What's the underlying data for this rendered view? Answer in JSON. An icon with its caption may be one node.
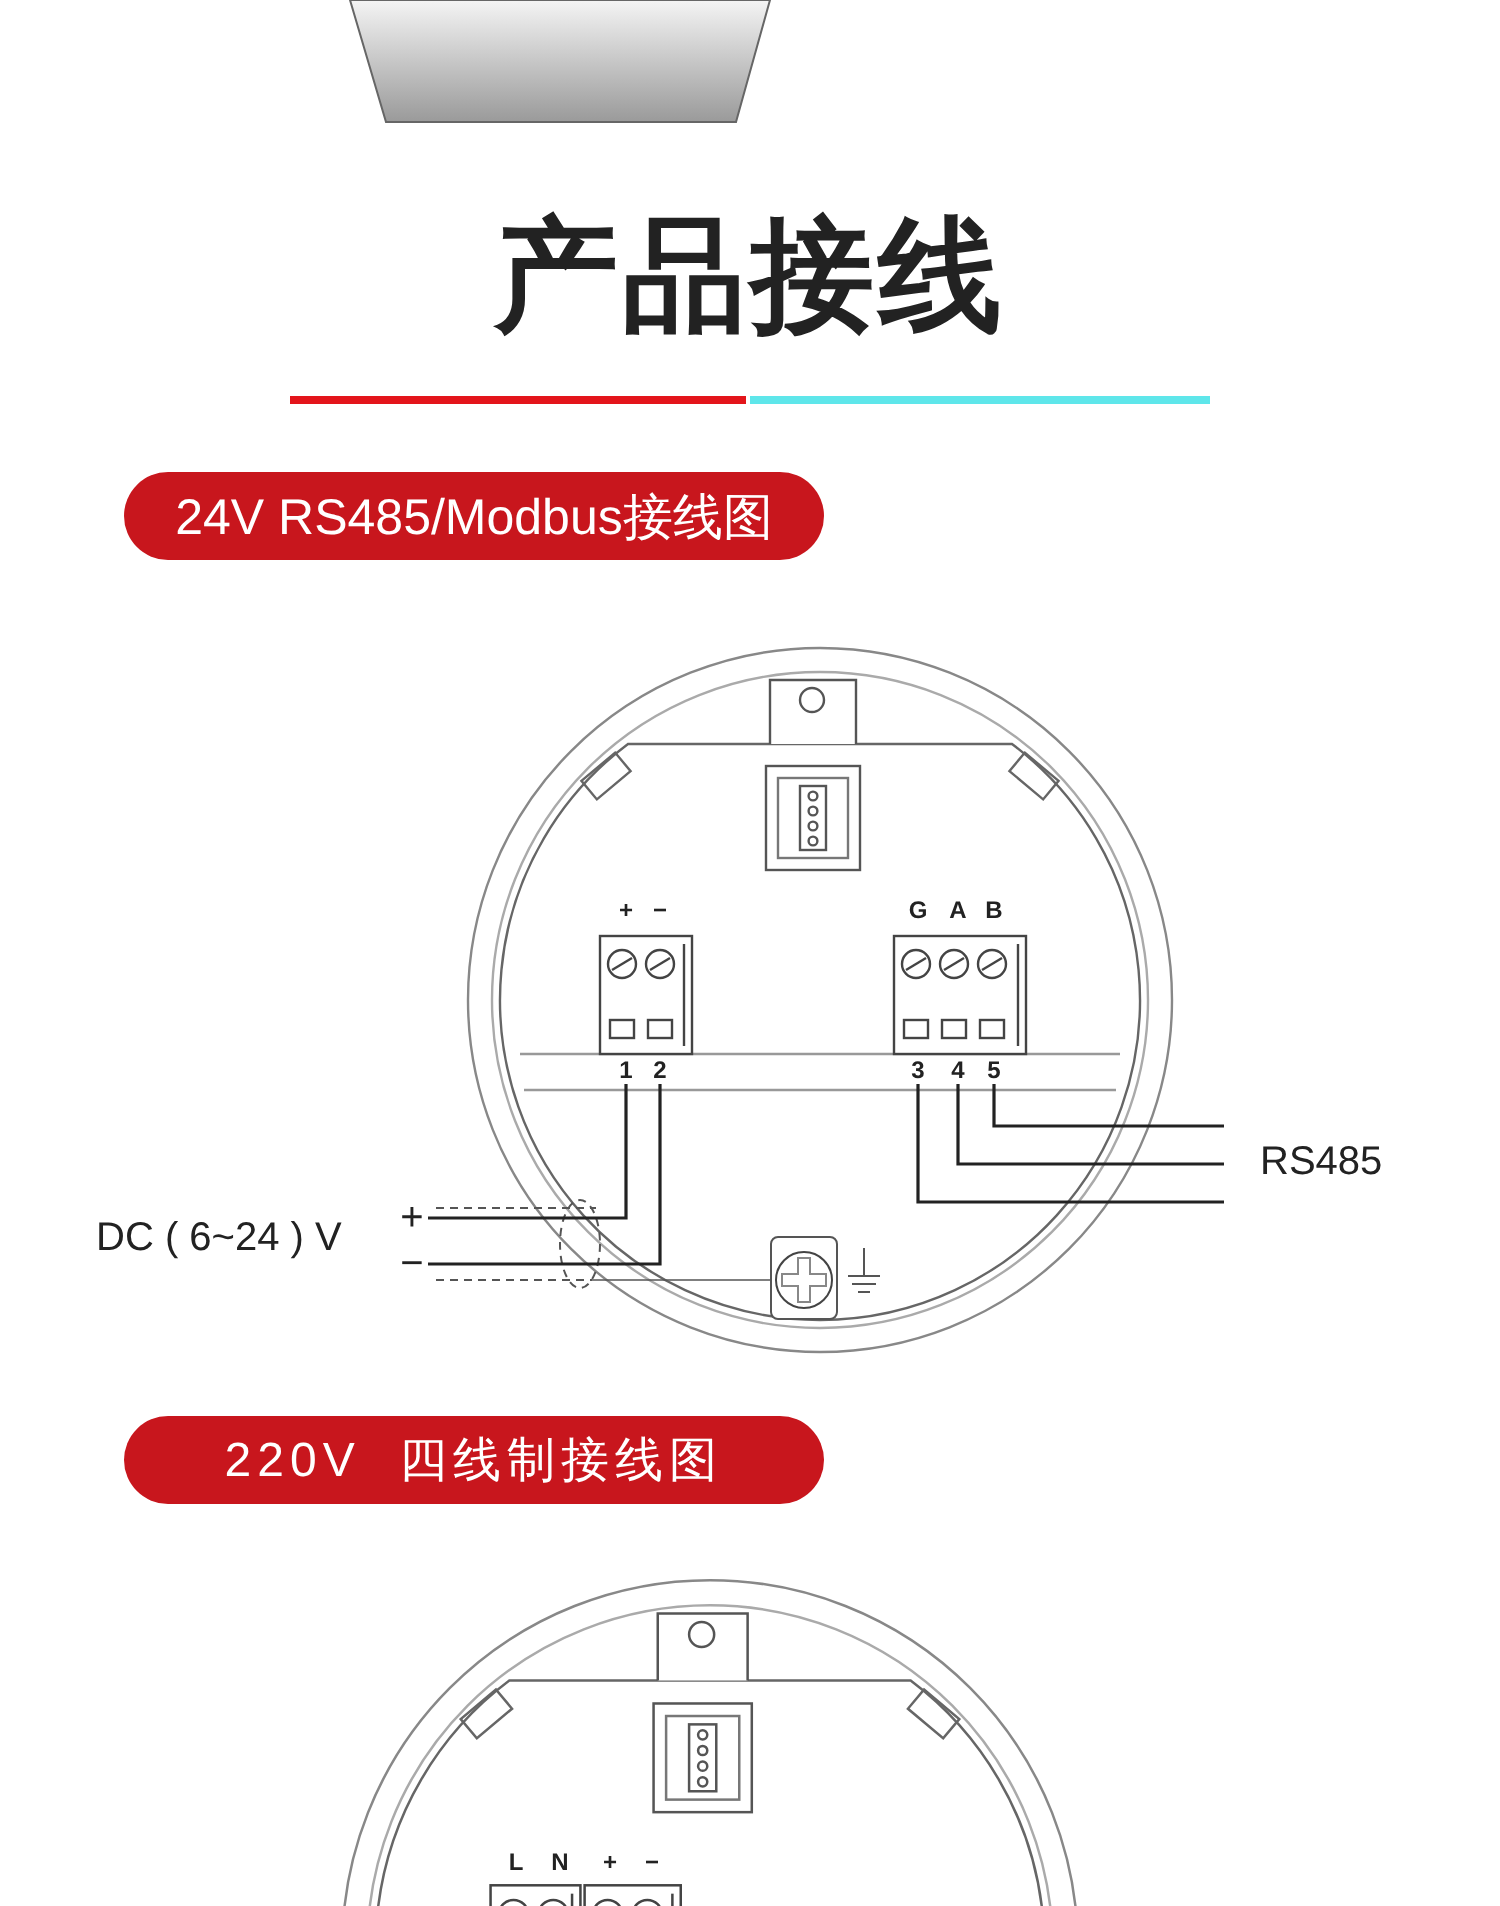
{
  "diagram": {
    "title": "产品接线",
    "nodes": [
      {
        "text": [
          "24V RS485/Modbus接线图"
        ]
      },
      {
        "text": [],
        "shape": "circle"
      },
      {
        "text": [
          "+",
          "1"
        ],
        "in": 1
      },
      {
        "text": [
          "−",
          "2"
        ],
        "in": 1
      },
      {
        "text": [
          "G",
          "3"
        ],
        "in": 1
      },
      {
        "text": [
          "A",
          "4"
        ],
        "in": 1
      },
      {
        "text": [
          "B",
          "5"
        ],
        "in": 1
      },
      {
        "text": [
          "+"
        ]
      },
      {
        "text": [
          "−"
        ]
      },
      {
        "text": [
          "RS485"
        ]
      },
      {
        "text": [],
        "shape": "circle",
        "in": 1
      },
      {
        "text": [
          "220V  四线制接线图"
        ]
      },
      {
        "text": [],
        "shape": "circle"
      },
      {
        "text": [
          "L"
        ],
        "in": 12
      },
      {
        "text": [
          "N"
        ],
        "in": 12
      },
      {
        "text": [
          "+"
        ],
        "in": 12
      },
      {
        "text": [
          "−"
        ],
        "in": 12
      }
    ],
    "edges": [
      {
        "from": 2,
        "to": 7,
        "arrow": "none"
      },
      {
        "from": 3,
        "to": 8,
        "arrow": "none"
      },
      {
        "from": 4,
        "to": 9,
        "arrow": "none"
      },
      {
        "from": 5,
        "to": 9,
        "arrow": "none"
      },
      {
        "from": 6,
        "to": 9,
        "arrow": "none"
      }
    ],
    "labels": [
      "DC ( 6~24 ) V"
    ]
  }
}
